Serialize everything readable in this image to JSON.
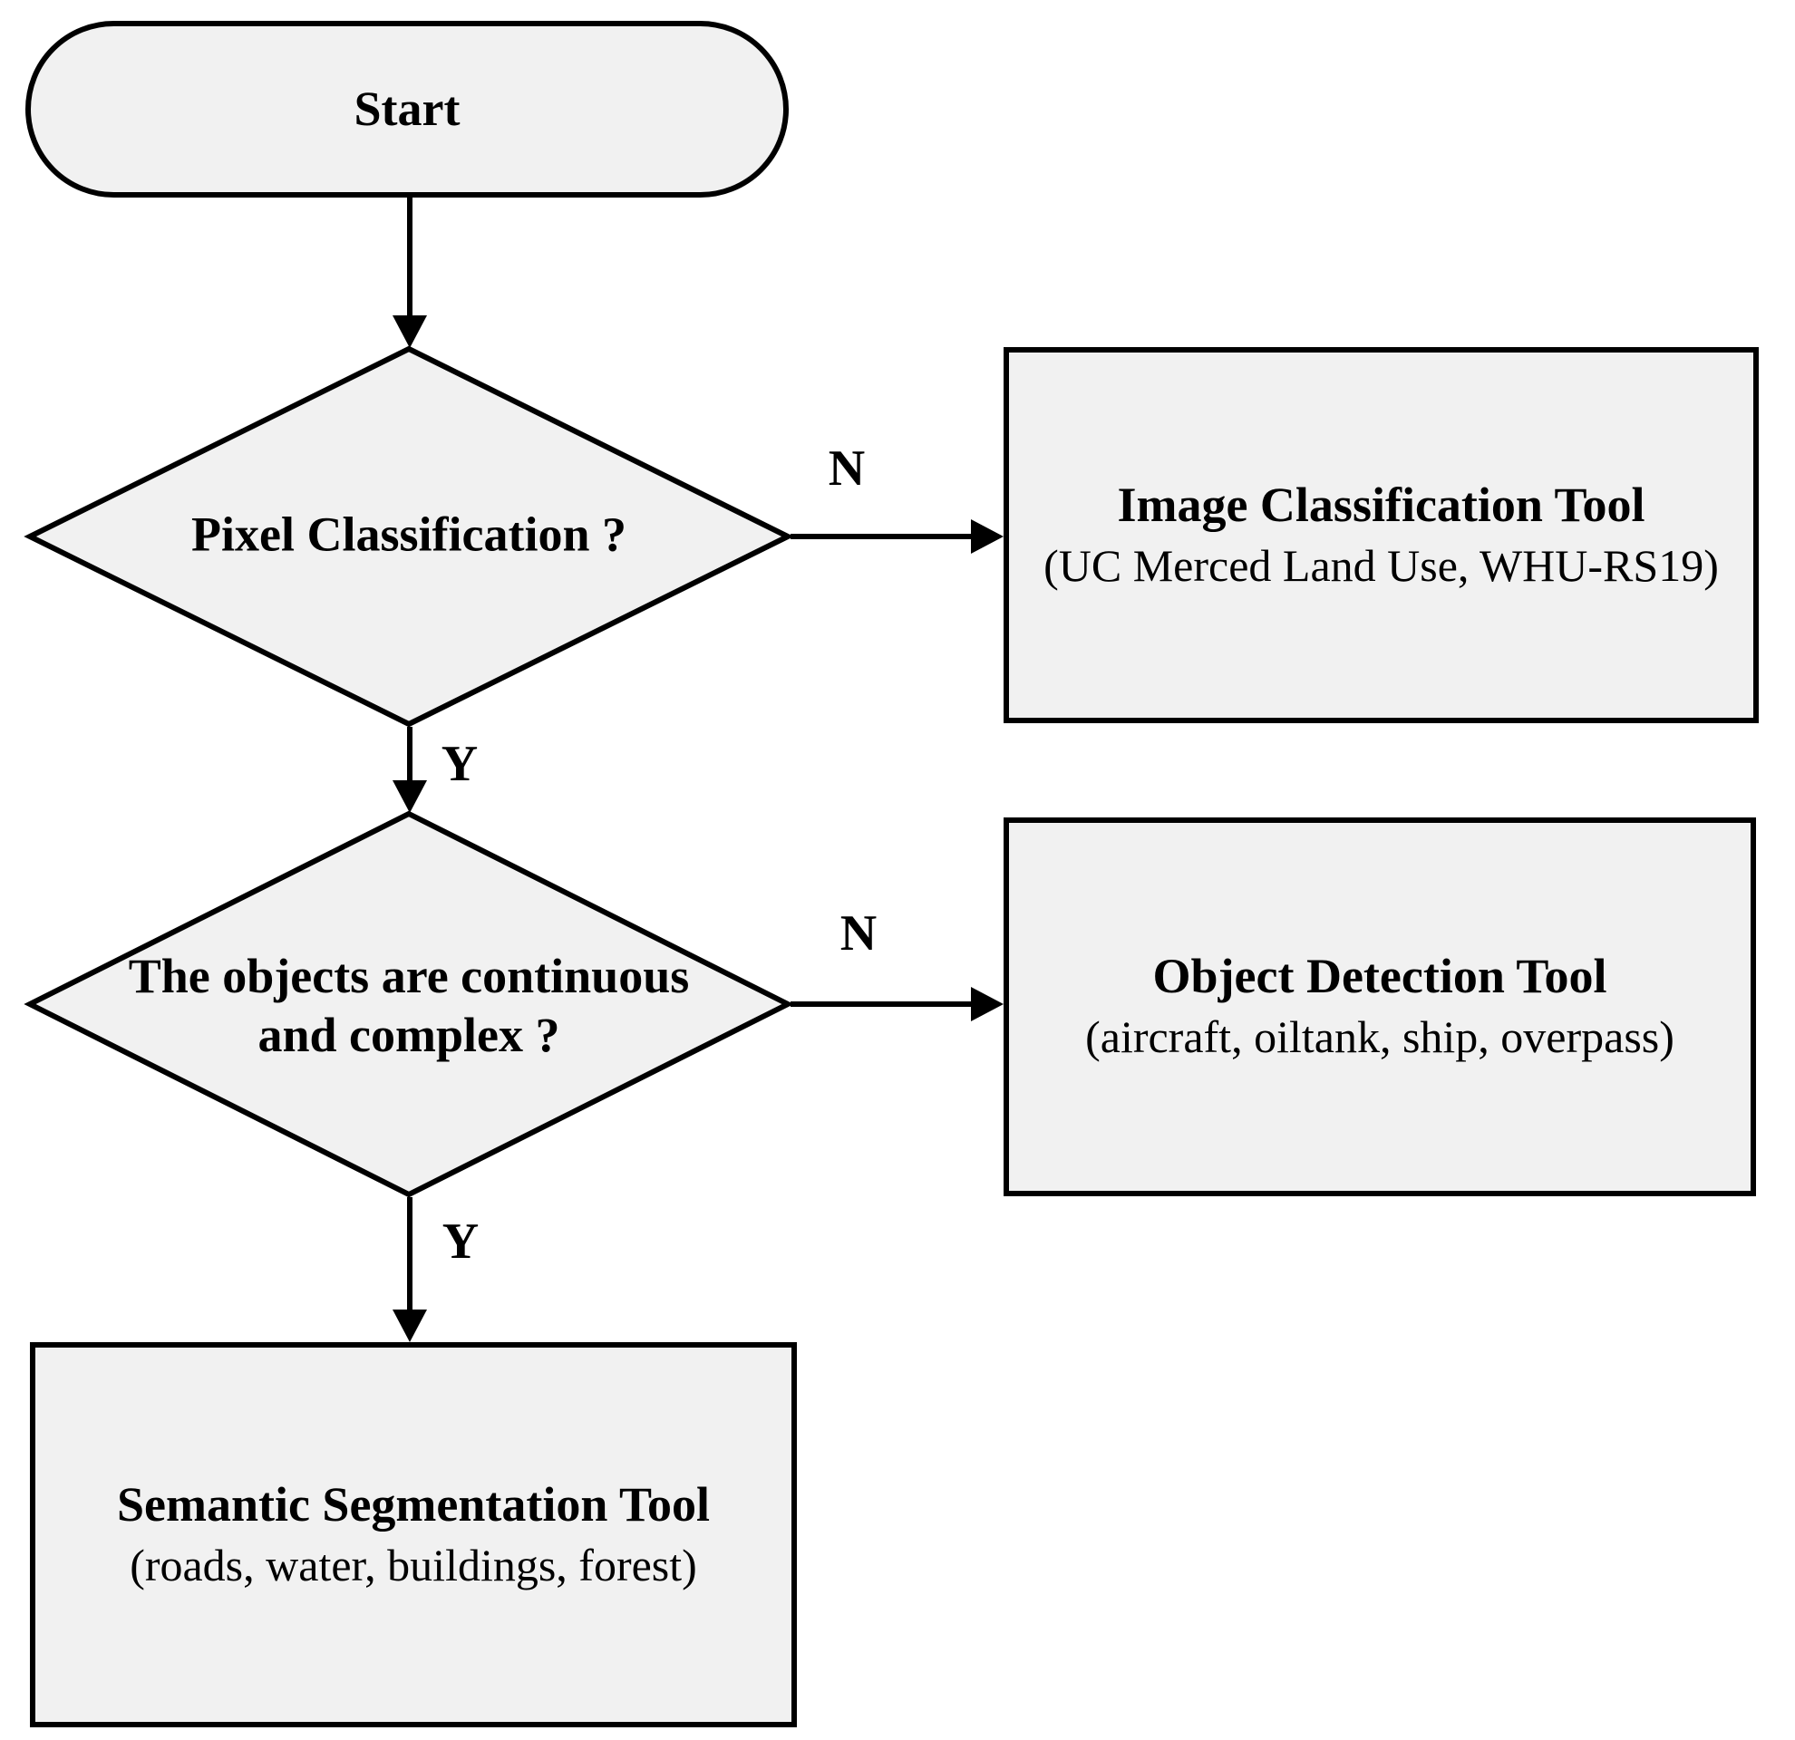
{
  "colors": {
    "shape_fill": "#f1f1f1",
    "stroke": "#000000",
    "background": "#ffffff",
    "text": "#000000"
  },
  "nodes": {
    "start": {
      "label": "Start"
    },
    "decision_pixel_classification": {
      "label": "Pixel Classification ?"
    },
    "decision_objects_continuous": {
      "label_line1": "The objects are continuous",
      "label_line2": "and complex ?"
    },
    "image_classification_tool": {
      "title": "Image Classification Tool",
      "subtitle": "(UC Merced Land Use, WHU-RS19)"
    },
    "object_detection_tool": {
      "title": "Object Detection Tool",
      "subtitle": "(aircraft, oiltank, ship, overpass)"
    },
    "semantic_segmentation_tool": {
      "title": "Semantic Segmentation Tool",
      "subtitle": "(roads, water, buildings, forest)"
    }
  },
  "edges": {
    "decision1_no_label": "N",
    "decision1_yes_label": "Y",
    "decision2_no_label": "N",
    "decision2_yes_label": "Y"
  }
}
